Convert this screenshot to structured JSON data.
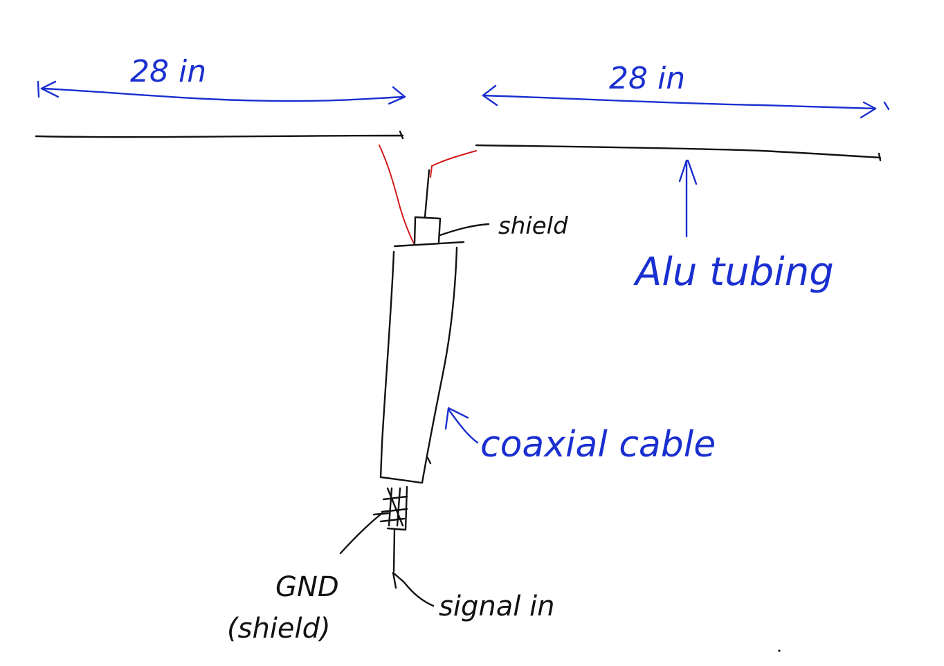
{
  "labels": {
    "left_length": "28 in",
    "right_length": "28 in",
    "shield_top": "shield",
    "tubing": "Alu tubing",
    "cable": "coaxial cable",
    "gnd": "GND",
    "gnd_sub": "(shield)",
    "signal": "signal in"
  },
  "colors": {
    "dimension_ink": "#1a2fd0",
    "drawing_ink": "#111111",
    "wire_ink": "#d21818"
  }
}
